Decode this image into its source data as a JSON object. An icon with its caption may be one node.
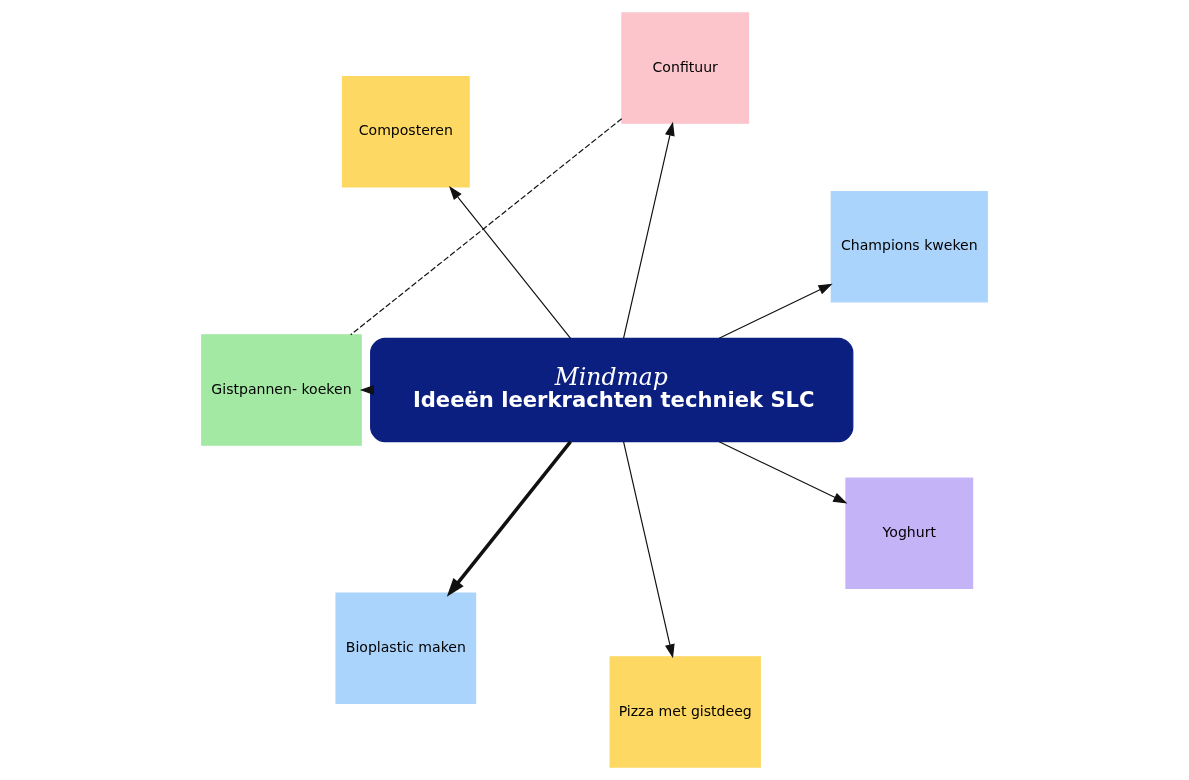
{
  "diagram": {
    "nodes": [
      {
        "text": [
          "Mindmap",
          "Ideeën leerkrachten techniek SLC"
        ]
      },
      {
        "text": [
          "Champions kweken"
        ]
      },
      {
        "text": [
          "Confituur"
        ]
      },
      {
        "text": [
          "Composteren"
        ]
      },
      {
        "text": [
          "Gistpannen- koeken"
        ]
      },
      {
        "text": [
          "Bioplastic maken"
        ]
      },
      {
        "text": [
          "Pizza met gistdeeg"
        ]
      },
      {
        "text": [
          "Yoghurt"
        ]
      }
    ],
    "edges": [
      {
        "from": 0,
        "to": 1,
        "arrow": "to"
      },
      {
        "from": 0,
        "to": 2,
        "arrow": "to"
      },
      {
        "from": 0,
        "to": 3,
        "arrow": "to"
      },
      {
        "from": 0,
        "to": 5,
        "arrow": "to",
        "style": "thick"
      },
      {
        "from": 0,
        "to": 7,
        "arrow": "to"
      },
      {
        "from": 0,
        "to": 6,
        "arrow": "to"
      },
      {
        "from": 0,
        "to": 4,
        "arrow": "to"
      },
      {
        "from": 2,
        "to": 4,
        "arrow": "none",
        "style": "dashed"
      }
    ]
  }
}
